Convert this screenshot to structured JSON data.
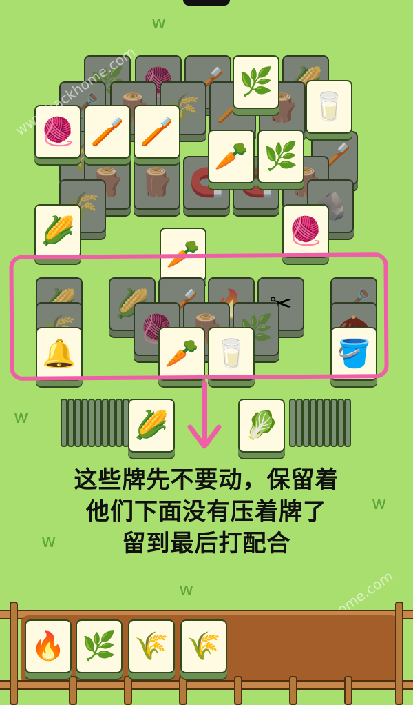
{
  "caption": {
    "line1": "这些牌先不要动，保留着",
    "line2": "他们下面没有压着牌了",
    "line3": "留到最后打配合"
  },
  "tiles": {
    "wool": "🧶",
    "brush": "🪥",
    "carrot": "🥕",
    "grass": "🌿",
    "corn": "🌽",
    "bell": "🔔",
    "milk": "🥛",
    "bucket": "🪣",
    "stump": "🪵",
    "fire": "🔥",
    "wheat": "🌾",
    "cabbage": "🥬",
    "shovel": "🪏",
    "scissors": "✂",
    "rock": "🪨",
    "magnet": "🧲",
    "bean": "🌰"
  },
  "watermarks": {
    "wm1": "www.hackhome.com",
    "wm2": "www.hackhome.com"
  },
  "colors": {
    "background": "#a9df6f",
    "highlight_frame": "#ef5fa7",
    "tile_face": "#fffbe3",
    "tray": "#a35e29"
  }
}
